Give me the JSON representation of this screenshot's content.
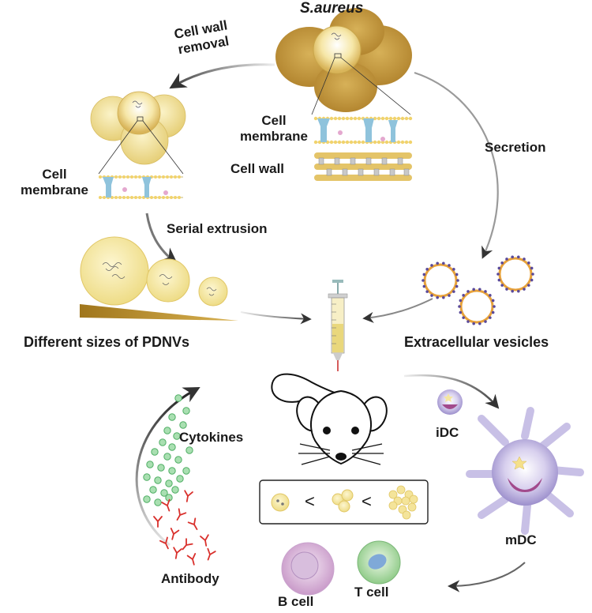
{
  "labels": {
    "s_aureus": "S.aureus",
    "cell_wall_removal_line1": "Cell wall",
    "cell_wall_removal_line2": "removal",
    "cell_membrane_top_line1": "Cell",
    "cell_membrane_top_line2": "membrane",
    "cell_wall": "Cell wall",
    "secretion": "Secretion",
    "cell_membrane_left_line1": "Cell",
    "cell_membrane_left_line2": "membrane",
    "serial_extrusion": "Serial extrusion",
    "pdnvs": "Different sizes of PDNVs",
    "extracellular_vesicles": "Extracellular vesicles",
    "idc": "iDC",
    "mdc": "mDC",
    "cytokines": "Cytokines",
    "antibody": "Antibody",
    "b_cell": "B cell",
    "t_cell": "T cell",
    "compare_symbol_1": "<",
    "compare_symbol_2": "<"
  },
  "colors": {
    "bacteria_dark": "#c49a3a",
    "bacteria_light": "#f3e4a0",
    "membrane_blue": "#8fc3dc",
    "membrane_pink": "#e4a8cf",
    "vesicle_orange": "#e8a23a",
    "vesicle_blue": "#5a4a9a",
    "cytokine_green": "#6fc282",
    "antibody_red": "#d9302c",
    "dc_purple": "#b5a8d8",
    "b_cell_pink": "#d9b5da",
    "t_cell_green": "#a8d8a0",
    "arrow_gray": "#555555"
  }
}
